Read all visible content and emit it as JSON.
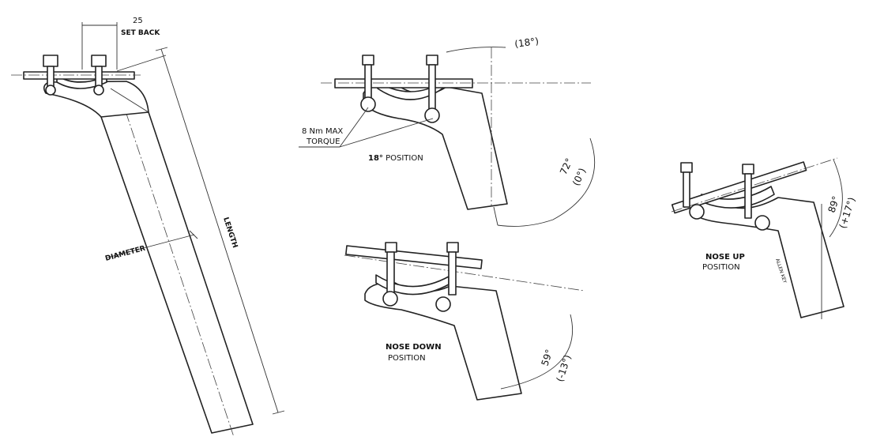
{
  "labels": {
    "setback_value": "25",
    "setback": "SET BACK",
    "length": "LENGTH",
    "diameter": "DIAMETER",
    "torque_line1": "8 Nm MAX",
    "torque_line2": "TORQUE",
    "pos18_bold": "18°",
    "pos18_rest": " POSITION",
    "angle_top": "(18°)",
    "angle_72": "72°",
    "angle_0": "(0°)",
    "nose_down_title": "NOSE DOWN",
    "nose_down_sub": "POSITION",
    "angle_59": "59°",
    "angle_m13": "(-13°)",
    "nose_up_title": "NOSE UP",
    "nose_up_sub": "POSITION",
    "angle_89": "89°",
    "angle_p17": "(+17°)",
    "allen_key": "ALLEN KEY"
  }
}
